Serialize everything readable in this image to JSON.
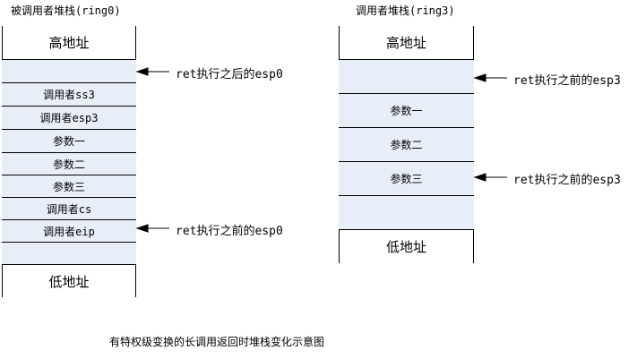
{
  "left_stack": {
    "title": "被调用者堆栈(ring0)",
    "top_label": "高地址",
    "bottom_label": "低地址",
    "cells": [
      "",
      "调用者ss3",
      "调用者esp3",
      "参数一",
      "参数二",
      "参数三",
      "调用者cs",
      "调用者eip",
      ""
    ]
  },
  "right_stack": {
    "title": "调用者堆栈(ring3)",
    "top_label": "高地址",
    "bottom_label": "低地址",
    "cells": [
      "",
      "参数一",
      "参数二",
      "参数三",
      ""
    ]
  },
  "annotations": {
    "left_after": "ret执行之后的esp0",
    "left_before": "ret执行之前的esp0",
    "right_top": "ret执行之前的esp3",
    "right_mid": "ret执行之前的esp3"
  },
  "caption": "有特权级变换的长调用返回时堆栈变化示意图",
  "colors": {
    "cell_fill": "#e8eef8",
    "line": "#000000"
  }
}
